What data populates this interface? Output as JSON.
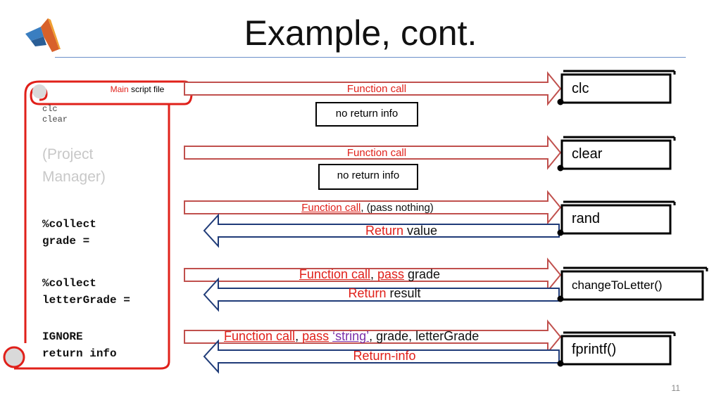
{
  "slide": {
    "title": "Example, cont.",
    "page_number": "11"
  },
  "script_panel": {
    "label_red": "Main",
    "label_rest": " script file",
    "line_clc": "clc",
    "line_clear": "clear",
    "project_manager_1": "(Project",
    "project_manager_2": "Manager)",
    "collect_grade_1": "%collect",
    "collect_grade_2": "grade =",
    "collect_letter_1": "%collect",
    "collect_letter_2": "letterGrade =",
    "ignore_1": "IGNORE",
    "ignore_2": "return info"
  },
  "rows": [
    {
      "function": "clc",
      "call_label": "Function call",
      "return_box": "no return info"
    },
    {
      "function": "clear",
      "call_label": "Function call",
      "return_box": "no return info"
    },
    {
      "function": "rand",
      "call_label": "Function call",
      "call_suffix": ", (pass nothing)",
      "return_red": "Return",
      "return_rest": " value"
    },
    {
      "function": "changeToLetter()",
      "call_label": "Function call",
      "call_comma": ", ",
      "call_pass": "pass",
      "call_rest": " grade",
      "return_red": "Return",
      "return_rest": " result"
    },
    {
      "function": "fprintf()",
      "call_label": "Function call",
      "call_comma": ", ",
      "call_pass": "pass",
      "call_string": "‘string’",
      "call_rest": ", grade, letterGrade",
      "return_red": "Return-info"
    }
  ],
  "colors": {
    "call_arrow": "#c0504d",
    "return_arrow": "#1f3b78",
    "scroll": "#e0201a",
    "accent_red": "#e0201a",
    "string_purple": "#7b2fa8"
  },
  "icons": {
    "logo": "matlab-logo-icon"
  }
}
